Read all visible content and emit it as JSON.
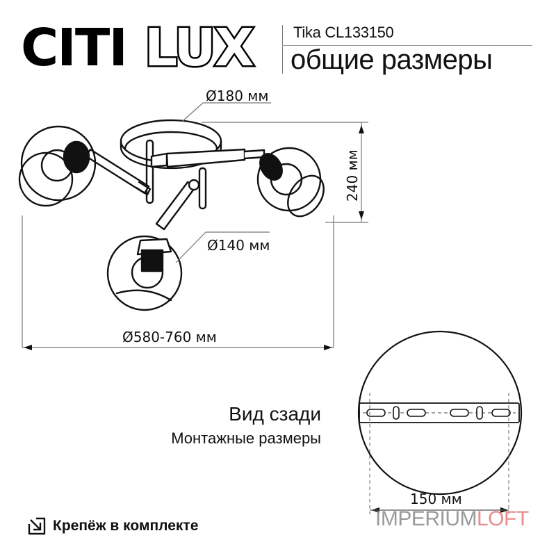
{
  "brand": {
    "logo_text_solid": "CITI",
    "logo_text_outline": "LUX"
  },
  "header": {
    "model": "Tika CL133150",
    "title": "общие размеры"
  },
  "dimensions": {
    "canopy_diameter": "Ø180 мм",
    "shade_diameter": "Ø140 мм",
    "height": "240 мм",
    "span_diameter": "Ø580-760 мм",
    "mounting_spacing": "150 мм"
  },
  "rear_view": {
    "title": "Вид сзади",
    "subtitle": "Монтажные размеры"
  },
  "footer": {
    "mounting_note": "Крепёж в комплекте",
    "icon": "arrow-down-right-in-box-icon"
  },
  "watermark": {
    "part1": "IMPERIUM",
    "part2": "LOFT",
    "color1": "#9a9a9a",
    "color2": "#e88c8c"
  },
  "colors": {
    "line": "#111111",
    "dimension_line": "#777777",
    "background": "#ffffff"
  }
}
